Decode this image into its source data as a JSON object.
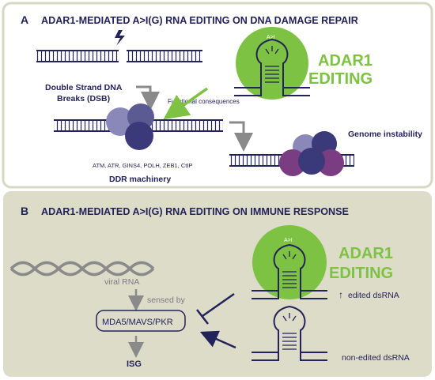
{
  "panel_a": {
    "letter": "A",
    "title": "ADAR1-MEDIATED A>I(G) RNA EDITING ON DNA DAMAGE REPAIR",
    "dsb_label_line1": "Double Strand DNA",
    "dsb_label_line2": "Breaks (DSB)",
    "functional_label": "Functional consequences",
    "proteins_label": "ATM, ATR, GINS4, POLH, ZEB1, CtIP",
    "ddr_label": "DDR machinery",
    "genome_label": "Genome instability",
    "bubble_label": "A>I",
    "adar_line1": "ADAR1",
    "adar_line2": "EDITING"
  },
  "panel_b": {
    "letter": "B",
    "title": "ADAR1-MEDIATED A>I(G) RNA EDITING ON IMMUNE RESPONSE",
    "viral_label": "viral RNA",
    "sensed_label": "sensed by",
    "sensor_box": "MDA5/MAVS/PKR",
    "isg_label": "ISG",
    "bubble_label": "A>I",
    "adar_line1": "ADAR1",
    "adar_line2": "EDITING",
    "edited_label": "edited dsRNA",
    "edited_arrow": "↑",
    "nonedited_label": "non-edited dsRNA"
  },
  "colors": {
    "navy": "#23235b",
    "green": "#7dc242",
    "panel_a_bg": "#ffffff",
    "panel_b_bg": "#dddcc8",
    "grey": "#8a8a8a",
    "purple_dark": "#3a3a7a",
    "purple_light": "#8a88b8",
    "magenta": "#7a3d82"
  },
  "icons": [
    "lightning-icon",
    "down-arrow-icon",
    "curved-arrow-icon",
    "inhibition-arrow-icon"
  ]
}
